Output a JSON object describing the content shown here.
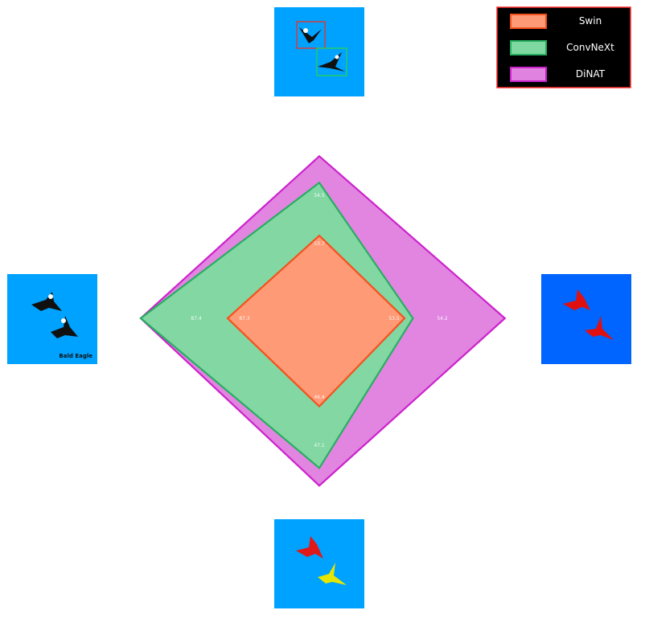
{
  "chart_data": {
    "type": "radar",
    "axes": [
      {
        "name": "top",
        "ticks": [
          "53.7",
          "54.5"
        ]
      },
      {
        "name": "right",
        "ticks": [
          "53.5",
          "54.2"
        ]
      },
      {
        "name": "bottom",
        "ticks": [
          "46.4",
          "47.1"
        ]
      },
      {
        "name": "left",
        "ticks": [
          "87.3",
          "87.4"
        ]
      }
    ],
    "grid": true,
    "series": [
      {
        "name": "Swin",
        "color": "#ff9a76",
        "edge": "#f4511e",
        "values": [
          53.7,
          53.5,
          46.4,
          87.3
        ]
      },
      {
        "name": "ConvNeXt",
        "color": "#7fd8a0",
        "edge": "#27ae60",
        "values": [
          54.5,
          53.6,
          47.1,
          87.5
        ]
      },
      {
        "name": "DiNAT",
        "color": "#e083e0",
        "edge": "#cc22cc",
        "values": [
          54.9,
          54.7,
          47.3,
          87.5
        ]
      }
    ],
    "legend_position": "top-right",
    "thumbnails": [
      {
        "name": "detection-thumbnail",
        "position": "top",
        "caption": ""
      },
      {
        "name": "panoptic-thumbnail",
        "position": "right",
        "caption": ""
      },
      {
        "name": "semantic-thumbnail",
        "position": "bottom",
        "caption": ""
      },
      {
        "name": "classification-thumbnail",
        "position": "left",
        "caption": "Bald Eagle"
      }
    ]
  }
}
